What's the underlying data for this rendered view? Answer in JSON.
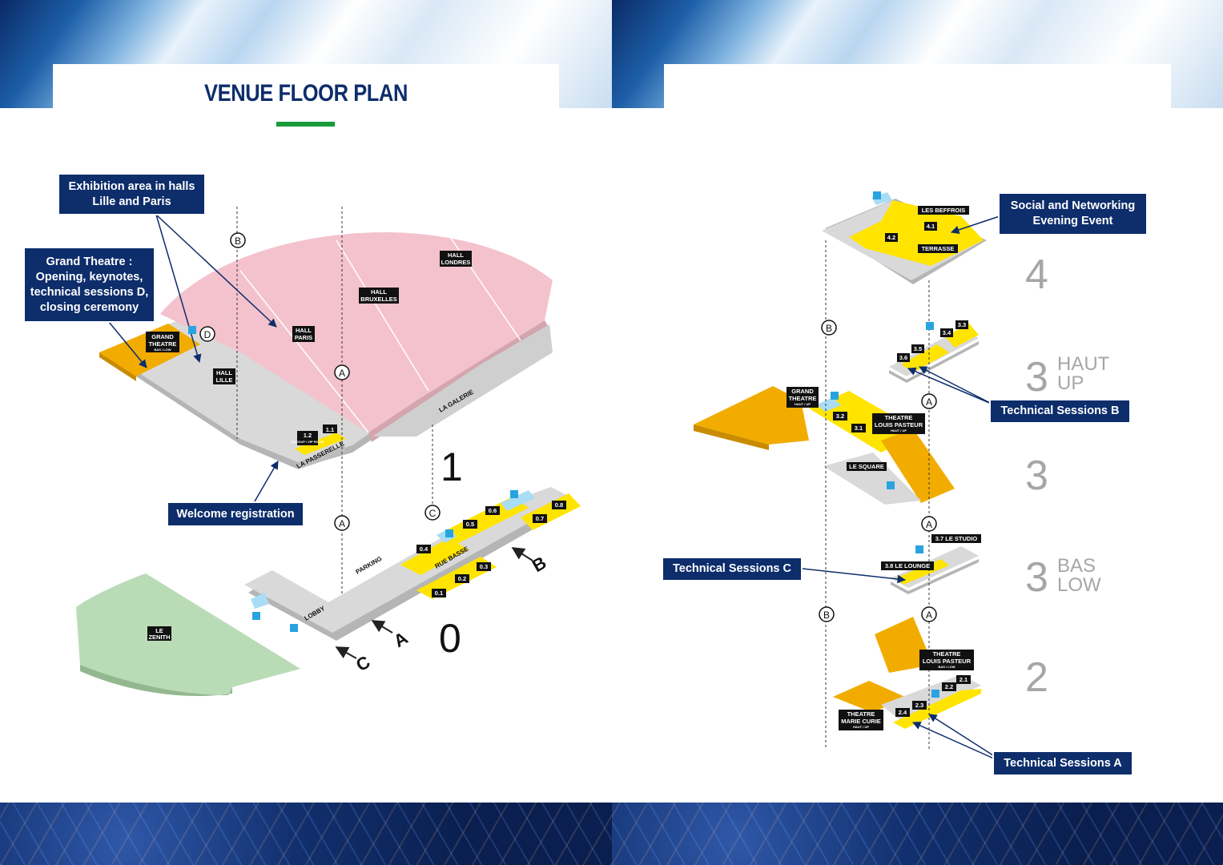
{
  "page": {
    "title": "VENUE FLOOR PLAN"
  },
  "callouts": {
    "exhibition": "Exhibition area in halls Lille and Paris",
    "grand_theatre": "Grand Theatre : Opening, keynotes, technical sessions D, closing ceremony",
    "welcome": "Welcome registration",
    "social": "Social and Networking Evening Event",
    "tech_b": "Technical Sessions B",
    "tech_c": "Technical Sessions C",
    "tech_a": "Technical Sessions A"
  },
  "levels": {
    "l1": "1",
    "l0": "0",
    "l4": "4",
    "l3_haut_num": "3",
    "l3_haut_a": "HAUT",
    "l3_haut_b": "UP",
    "l3": "3",
    "l3_bas_num": "3",
    "l3_bas_a": "BAS",
    "l3_bas_b": "LOW",
    "l2": "2"
  },
  "markers": {
    "A": "A",
    "B": "B",
    "C": "C",
    "D": "D"
  },
  "labels_left": {
    "hall_londres_1": "HALL",
    "hall_londres_2": "LONDRES",
    "hall_bruxelles_1": "HALL",
    "hall_bruxelles_2": "BRUXELLES",
    "hall_paris_1": "HALL",
    "hall_paris_2": "PARIS",
    "hall_lille_1": "HALL",
    "hall_lille_2": "LILLE",
    "grand_theatre_1": "GRAND",
    "grand_theatre_2": "THEATRE",
    "grand_theatre_sub": "BAS / LOW",
    "r11": "1.1",
    "r12": "1.2",
    "r12_sub": "BACKUP / VIP ROOM",
    "la_passerelle": "LA PASSERELLE",
    "la_galerie": "LA GALERIE",
    "le_zenith_1": "LE",
    "le_zenith_2": "ZENITH",
    "lobby": "LOBBY",
    "parking": "PARKING",
    "rue_basse": "RUE BASSE",
    "r01": "0.1",
    "r02": "0.2",
    "r03": "0.3",
    "r04": "0.4",
    "r05": "0.5",
    "r06": "0.6",
    "r07": "0.7",
    "r08": "0.8"
  },
  "labels_right": {
    "les_beffrois": "LES BEFFROIS",
    "terrasse": "TERRASSE",
    "r41": "4.1",
    "r42": "4.2",
    "r33": "3.3",
    "r34": "3.4",
    "r35": "3.5",
    "r36": "3.6",
    "grand_theatre_1": "GRAND",
    "grand_theatre_2": "THEATRE",
    "grand_theatre_sub": "HAUT / UP",
    "r32": "3.2",
    "r31": "3.1",
    "louis_pasteur_1": "THEATRE",
    "louis_pasteur_2": "LOUIS PASTEUR",
    "louis_pasteur_sub": "HAUT / UP",
    "le_square": "LE SQUARE",
    "le_studio": "3.7 LE STUDIO",
    "le_lounge": "3.8 LE LOUNGE",
    "lp_low_1": "THEATRE",
    "lp_low_2": "LOUIS PASTEUR",
    "lp_low_sub": "BAS / LOW",
    "r21": "2.1",
    "r22": "2.2",
    "r23": "2.3",
    "r24": "2.4",
    "marie_curie_1": "THEATRE",
    "marie_curie_2": "MARIE CURIE",
    "marie_curie_sub": "HAUT / UP"
  },
  "colors": {
    "navy": "#0d2d6b",
    "green_accent": "#1a9b3a",
    "hall_pink": "#f4c2cc",
    "room_yellow": "#ffe400",
    "theatre_orange": "#f2ac00",
    "zenith_green": "#b9dcb6",
    "floor_grey": "#d9d9d9",
    "toilet_blue": "#29a3e0"
  }
}
